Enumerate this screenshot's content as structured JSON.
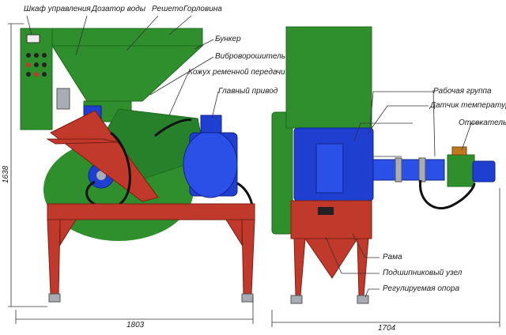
{
  "labels": {
    "control_cabinet": "Шкаф управления",
    "water_dispenser": "Дозатор воды",
    "sieve": "Решето",
    "neck": "Горловина",
    "hopper": "Бункер",
    "vibro_agitator": "Виброворошитель",
    "belt_guard": "Кожух ременной передачи",
    "main_drive": "Главный привод",
    "working_group": "Рабочая группа",
    "temperature_sensor": "Датчик температуры",
    "cutter": "Отсекатель",
    "frame": "Рама",
    "bearing_unit": "Подшипниковый узел",
    "adjustable_support": "Регулируемая опора"
  },
  "dimensions": {
    "height": "1638",
    "left_width": "1803",
    "right_width": "1704"
  },
  "colors": {
    "green": "#2f8f2c",
    "green_dark": "#1f6b1e",
    "red": "#c0392b",
    "blue": "#1f3fd1",
    "steel": "#a7adb3",
    "black": "#1a1a1a"
  }
}
